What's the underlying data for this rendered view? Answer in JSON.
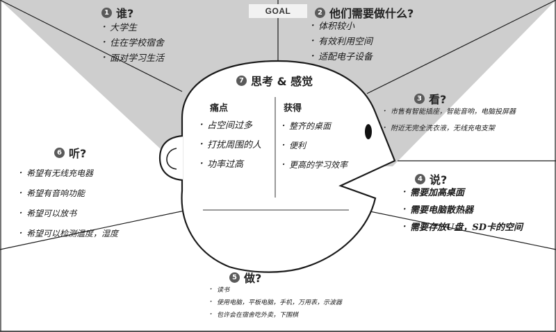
{
  "goal_label": "GOAL",
  "sections": {
    "who": {
      "num": "1",
      "title": "谁?",
      "notes": [
        "大学生",
        "住在学校宿舍",
        "面对学习生活"
      ]
    },
    "needs": {
      "num": "2",
      "title": "他们需要做什么?",
      "notes": [
        "体积较小",
        "有效利用空间",
        "适配电子设备"
      ]
    },
    "see": {
      "num": "3",
      "title": "看?",
      "notes": [
        "市售有智能插座，智能音响，电脑投屏器",
        "附近无完全洗衣液，无线充电支架"
      ]
    },
    "say": {
      "num": "4",
      "title": "说?",
      "notes": [
        "需要加高桌面",
        "需要电脑散热器",
        "需要存放U盘，SD卡的空间"
      ]
    },
    "do": {
      "num": "5",
      "title": "做?",
      "notes": [
        "读书",
        "使用电脑，平板电脑，手机，万用表，示波器",
        "包许会在宿舍吃外卖，下围棋"
      ]
    },
    "hear": {
      "num": "6",
      "title": "听?",
      "notes": [
        "希望有无线充电器",
        "希望有音响功能",
        "希望可以放书",
        "希望可以检测温度，湿度"
      ]
    },
    "think": {
      "num": "7",
      "title": "思考 & 感觉",
      "pain_label": "痛点",
      "gain_label": "获得",
      "pain": [
        "占空间过多",
        "打扰周围的人",
        "功率过高"
      ],
      "gain": [
        "整齐的桌面",
        "便利",
        "更高的学习效率"
      ]
    }
  },
  "colors": {
    "gray_panel": "#cecece",
    "stroke": "#1a1a1a",
    "badge": "#5a5a5a"
  }
}
